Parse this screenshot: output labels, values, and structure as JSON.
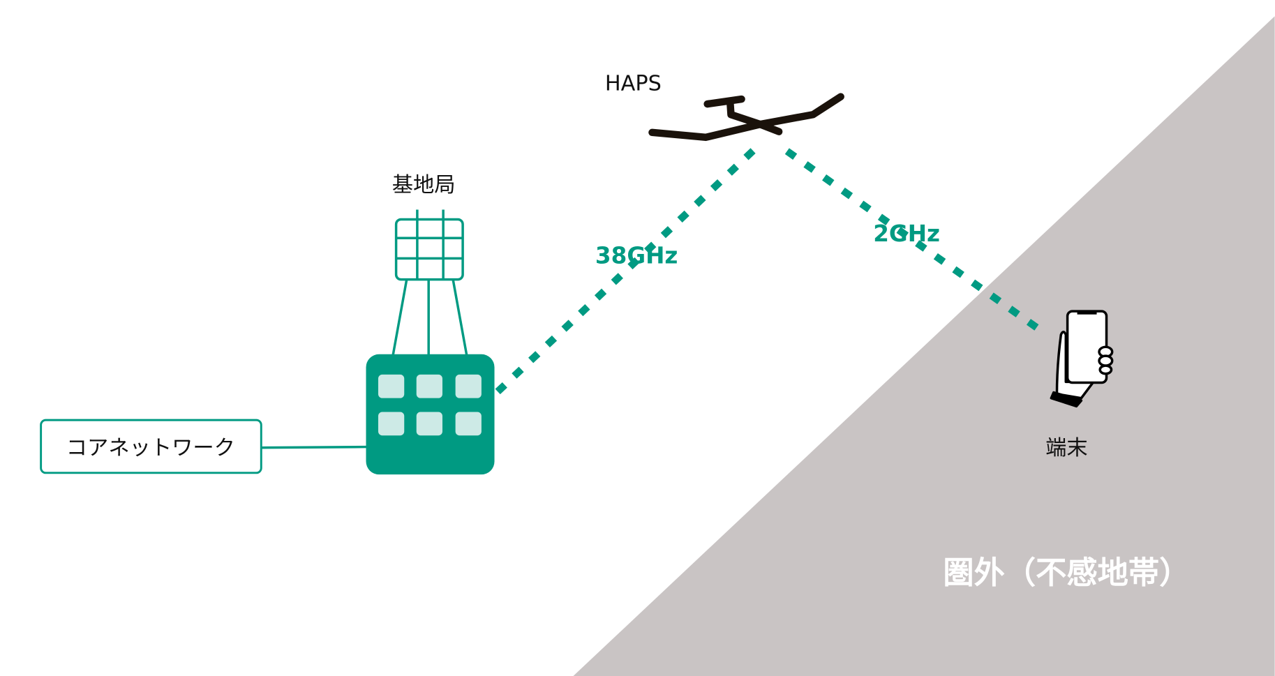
{
  "labels": {
    "haps": "HAPS",
    "base_station": "基地局",
    "core_network": "コアネットワーク",
    "terminal": "端末",
    "feeder_link": "38GHz",
    "service_link": "2GHz",
    "out_of_coverage": "圏外（不感地帯）"
  },
  "colors": {
    "accent": "#009a82",
    "tile": "#cdeae6",
    "zone": "#c9c4c4",
    "ink": "#1a120b"
  }
}
